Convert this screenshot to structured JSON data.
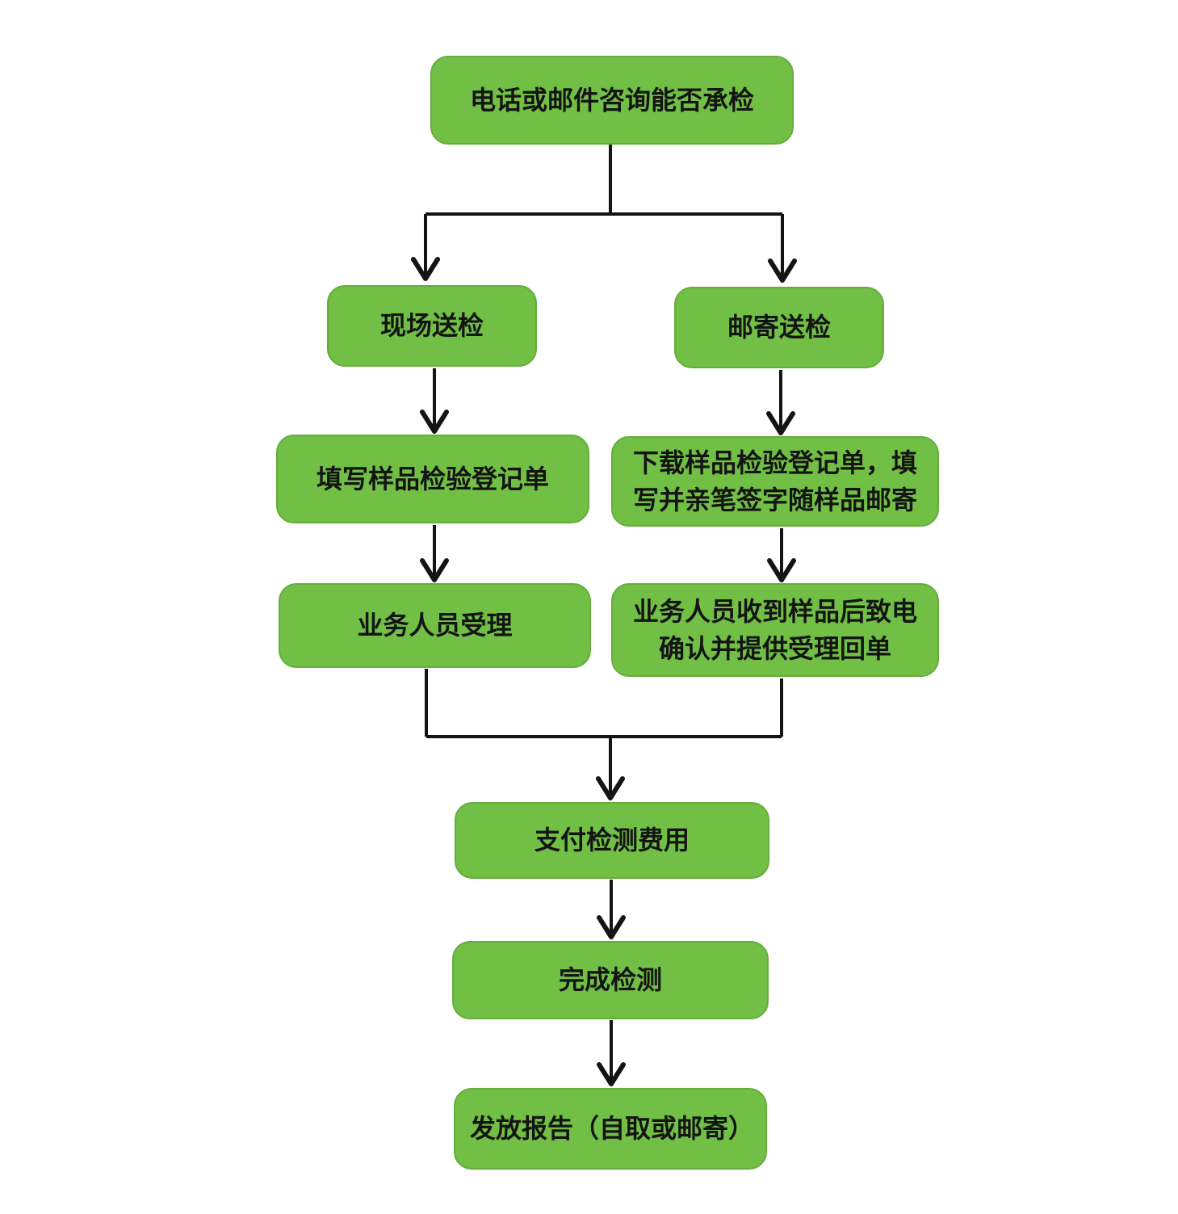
{
  "flowchart": {
    "nodes": [
      {
        "id": "consult",
        "label": "电话或邮件咨询能否承检"
      },
      {
        "id": "onsite",
        "label": "现场送检"
      },
      {
        "id": "mail",
        "label": "邮寄送检"
      },
      {
        "id": "fill-form",
        "label": "填写样品检验登记单"
      },
      {
        "id": "download-form",
        "label": "下载样品检验登记单，填写并亲笔签字随样品邮寄"
      },
      {
        "id": "staff-accept",
        "label": "业务人员受理"
      },
      {
        "id": "staff-confirm",
        "label": "业务人员收到样品后致电确认并提供受理回单"
      },
      {
        "id": "pay",
        "label": "支付检测费用"
      },
      {
        "id": "complete",
        "label": "完成检测"
      },
      {
        "id": "report",
        "label": "发放报告（自取或邮寄）"
      }
    ],
    "colors": {
      "node_fill": "#71BF45",
      "node_border": "#66AD3D",
      "text": "#141414",
      "connector": "#141414",
      "background": "#FFFFFF"
    }
  }
}
